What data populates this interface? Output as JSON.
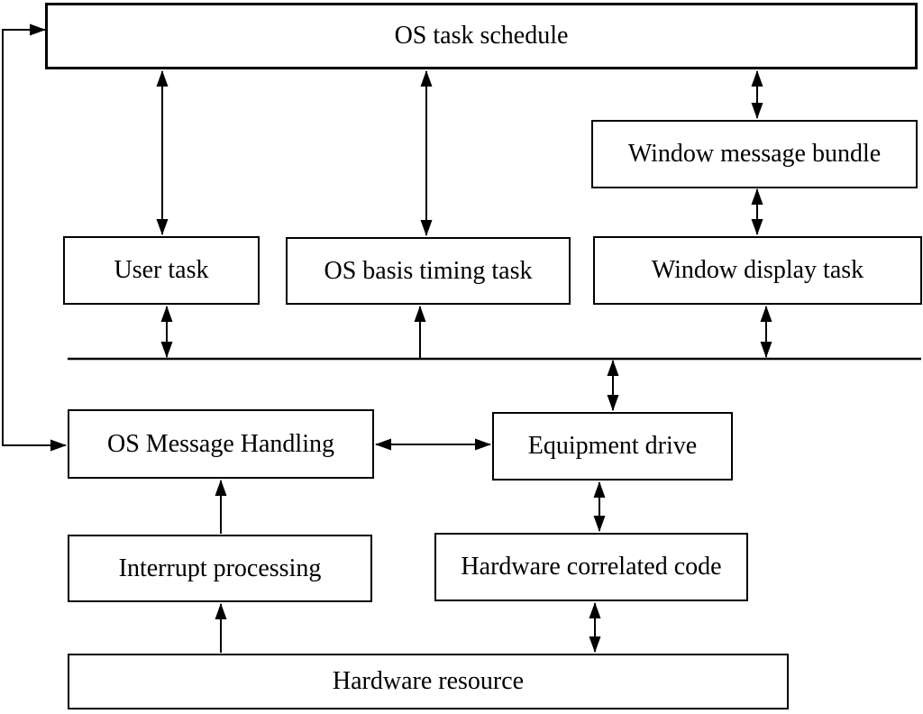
{
  "diagram": {
    "type": "block-diagram",
    "colors": {
      "background": "#ffffff",
      "line": "#000000",
      "text": "#000000",
      "node_fill": "#ffffff"
    },
    "nodes": {
      "os_task_schedule": "OS task schedule",
      "window_message_bundle": "Window message bundle",
      "user_task": "User task",
      "os_basis_timing_task": "OS basis timing task",
      "window_display_task": "Window display task",
      "os_message_handling": "OS Message Handling",
      "equipment_drive": "Equipment drive",
      "interrupt_processing": "Interrupt processing",
      "hardware_correlated_code": "Hardware correlated code",
      "hardware_resource": "Hardware resource"
    },
    "edges": [
      {
        "from": "os_task_schedule",
        "to": "user_task",
        "style": "double-arrow"
      },
      {
        "from": "os_task_schedule",
        "to": "os_basis_timing_task",
        "style": "double-arrow"
      },
      {
        "from": "os_task_schedule",
        "to": "window_message_bundle",
        "style": "double-arrow"
      },
      {
        "from": "window_message_bundle",
        "to": "window_display_task",
        "style": "double-arrow"
      },
      {
        "from": "user_task",
        "to": "bus-line",
        "style": "double-arrow"
      },
      {
        "from": "bus-line",
        "to": "os_basis_timing_task",
        "style": "single-arrow-up"
      },
      {
        "from": "window_display_task",
        "to": "bus-line",
        "style": "double-arrow"
      },
      {
        "from": "bus-line",
        "to": "equipment_drive",
        "style": "double-arrow"
      },
      {
        "from": "os_message_handling",
        "to": "equipment_drive",
        "style": "double-arrow"
      },
      {
        "from": "interrupt_processing",
        "to": "os_message_handling",
        "style": "single-arrow-up"
      },
      {
        "from": "equipment_drive",
        "to": "hardware_correlated_code",
        "style": "double-arrow"
      },
      {
        "from": "hardware_correlated_code",
        "to": "hardware_resource",
        "style": "double-arrow"
      },
      {
        "from": "hardware_resource",
        "to": "interrupt_processing",
        "style": "single-arrow-up"
      },
      {
        "from": "os_message_handling",
        "to": "os_task_schedule",
        "style": "left-loop-double-arrow"
      }
    ]
  }
}
